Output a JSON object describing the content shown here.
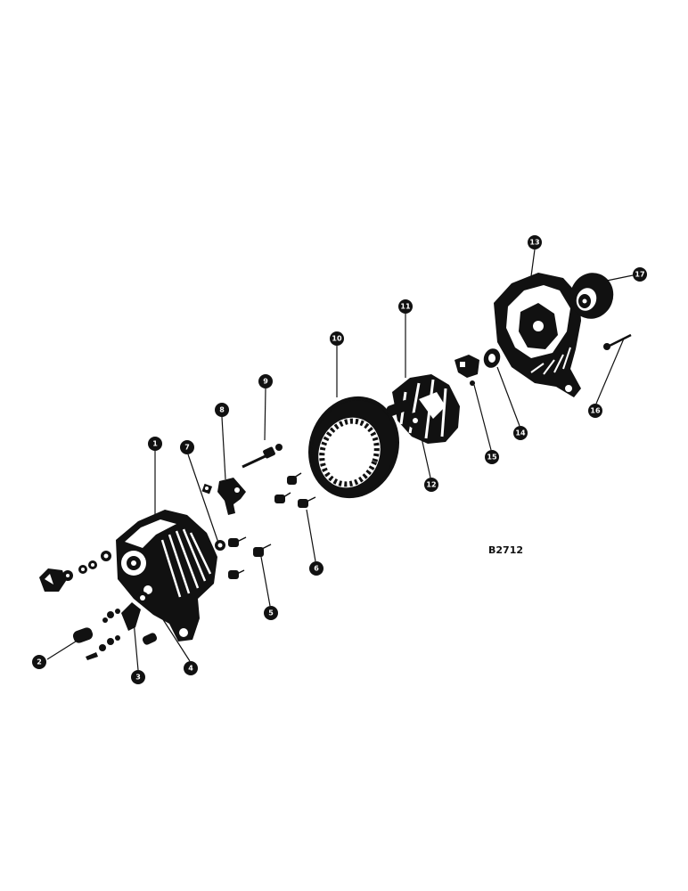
{
  "figure_id": "B2712",
  "callouts": [
    "1",
    "2",
    "3",
    "4",
    "5",
    "6",
    "7",
    "8",
    "9",
    "10",
    "11",
    "12",
    "13",
    "14",
    "15",
    "16",
    "17"
  ],
  "colors": {
    "ink": "#111111",
    "paper": "#ffffff"
  }
}
